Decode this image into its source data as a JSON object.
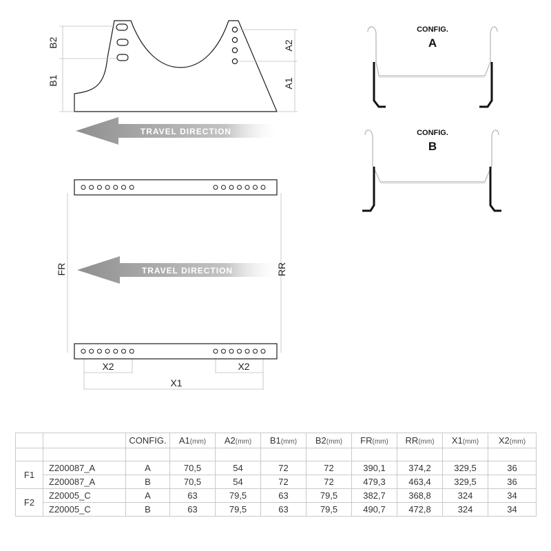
{
  "diagram": {
    "side_view": {
      "labels": {
        "b2": "B2",
        "b1": "B1",
        "a2": "A2",
        "a1": "A1"
      },
      "travel_direction": "TRAVEL DIRECTION"
    },
    "top_view": {
      "labels": {
        "fr": "FR",
        "rr": "RR",
        "x1": "X1",
        "x2_left": "X2",
        "x2_right": "X2"
      },
      "travel_direction": "TRAVEL DIRECTION"
    },
    "configs": [
      {
        "caption": "CONFIG.",
        "letter": "A"
      },
      {
        "caption": "CONFIG.",
        "letter": "B"
      }
    ]
  },
  "table": {
    "headers": [
      {
        "label": "",
        "unit": ""
      },
      {
        "label": "",
        "unit": ""
      },
      {
        "label": "CONFIG.",
        "unit": ""
      },
      {
        "label": "A1",
        "unit": "(mm)"
      },
      {
        "label": "A2",
        "unit": "(mm)"
      },
      {
        "label": "B1",
        "unit": "(mm)"
      },
      {
        "label": "B2",
        "unit": "(mm)"
      },
      {
        "label": "FR",
        "unit": "(mm)"
      },
      {
        "label": "RR",
        "unit": "(mm)"
      },
      {
        "label": "X1",
        "unit": "(mm)"
      },
      {
        "label": "X2",
        "unit": "(mm)"
      }
    ],
    "groups": [
      {
        "name": "F1",
        "rows": [
          {
            "code": "Z200087_A",
            "config": "A",
            "a1": "70,5",
            "a2": "54",
            "b1": "72",
            "b2": "72",
            "fr": "390,1",
            "rr": "374,2",
            "x1": "329,5",
            "x2": "36"
          },
          {
            "code": "Z200087_A",
            "config": "B",
            "a1": "70,5",
            "a2": "54",
            "b1": "72",
            "b2": "72",
            "fr": "479,3",
            "rr": "463,4",
            "x1": "329,5",
            "x2": "36"
          }
        ]
      },
      {
        "name": "F2",
        "rows": [
          {
            "code": "Z20005_C",
            "config": "A",
            "a1": "63",
            "a2": "79,5",
            "b1": "63",
            "b2": "79,5",
            "fr": "382,7",
            "rr": "368,8",
            "x1": "324",
            "x2": "34"
          },
          {
            "code": "Z20005_C",
            "config": "B",
            "a1": "63",
            "a2": "79,5",
            "b1": "63",
            "b2": "79,5",
            "fr": "490,7",
            "rr": "472,8",
            "x1": "324",
            "x2": "34"
          }
        ]
      }
    ]
  }
}
